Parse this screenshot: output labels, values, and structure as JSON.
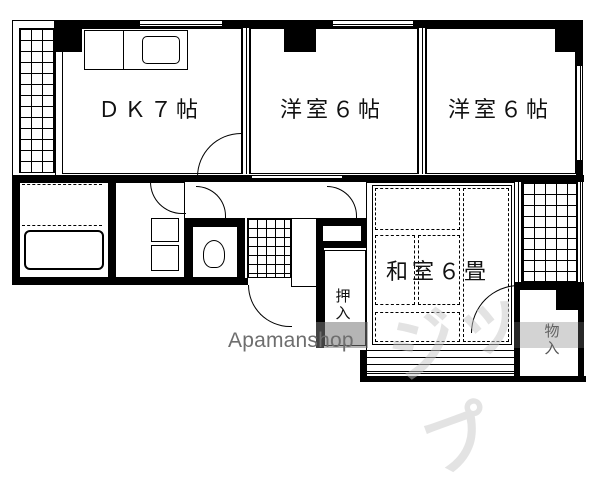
{
  "floor_plan": {
    "rooms": {
      "dk": {
        "label": "ＤＫ７帖",
        "type": "dining-kitchen",
        "size_jo": 7
      },
      "western_1": {
        "label": "洋室６帖",
        "type": "western-room",
        "size_jo": 6
      },
      "western_2": {
        "label": "洋室６帖",
        "type": "western-room",
        "size_jo": 6
      },
      "japanese": {
        "label": "和室６畳",
        "type": "japanese-room",
        "size_jo": 6
      },
      "closet_oshiire": {
        "label_top": "押",
        "label_bottom": "入"
      },
      "storage_monoire": {
        "label_top": "物",
        "label_bottom": "入"
      },
      "bathroom": {
        "type": "bath"
      },
      "washroom": {
        "type": "washbasin"
      },
      "toilet": {
        "type": "toilet"
      },
      "entrance": {
        "type": "genkan"
      }
    },
    "icons": [
      "sink-icon",
      "bathtub-icon",
      "washbasin-icon",
      "washing-machine-icon",
      "toilet-icon",
      "door-swing-icon",
      "window-icon",
      "balcony-grid"
    ]
  },
  "watermark": {
    "text": "Apamanshop",
    "logo_text": "ジップ"
  },
  "colors": {
    "wall": "#000000",
    "background": "#ffffff",
    "watermark_text": "#6e6e6e",
    "watermark_band": "#8c8c8c"
  }
}
